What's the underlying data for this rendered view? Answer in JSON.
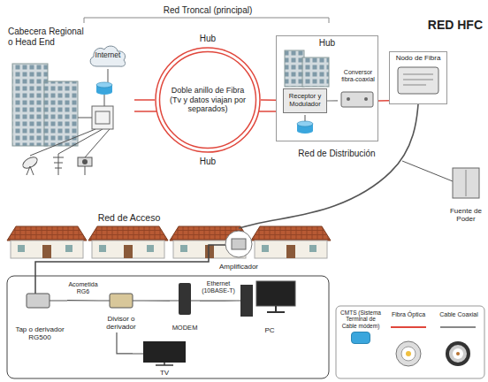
{
  "diagram": {
    "title": "RED HFC",
    "nodes": [
      {
        "text": [
          "Cabecera Regional o Head End"
        ]
      },
      {
        "text": [
          "Internet"
        ],
        "in": 0
      },
      {
        "text": [
          "Doble anillo de Fibra (Tv y datos viajan por separados)"
        ]
      },
      {
        "text": [
          "Hub"
        ]
      },
      {
        "text": [
          "Receptor y Modulador"
        ],
        "in": 3
      },
      {
        "text": [
          "Conversor fibra-coaxial"
        ],
        "in": 3
      },
      {
        "text": [
          "Nodo de Fibra"
        ]
      },
      {
        "text": [
          "Fuente de Poder"
        ]
      },
      {
        "text": [
          "Amplificador"
        ]
      },
      {
        "text": [
          "Tap o derivador RG500"
        ]
      },
      {
        "text": [
          "Divisor o derivador"
        ]
      },
      {
        "text": [
          "MODEM"
        ]
      },
      {
        "text": [
          "PC"
        ]
      },
      {
        "text": [
          "TV"
        ]
      }
    ],
    "edges": [
      {
        "from": 0,
        "to": 2,
        "arrow": "none"
      },
      {
        "from": 2,
        "to": 3,
        "arrow": "none"
      },
      {
        "from": 4,
        "to": 5,
        "arrow": "none"
      },
      {
        "from": 5,
        "to": 6,
        "arrow": "none"
      },
      {
        "from": 6,
        "to": 8,
        "arrow": "none"
      },
      {
        "from": 9,
        "to": 10,
        "label": "Acometida RG6",
        "arrow": "none"
      },
      {
        "from": 10,
        "to": 11,
        "arrow": "none"
      },
      {
        "from": 11,
        "to": 12,
        "label": "Ethernet (10BASE-T)",
        "arrow": "none"
      },
      {
        "from": 10,
        "to": 13,
        "arrow": "none"
      }
    ],
    "labels": [
      "Red Troncal (principal)",
      "Hub",
      "Hub",
      "Red de Distribución",
      "Red de Acceso"
    ],
    "legend": [
      {
        "text": "CMTS (Sistema Terminal de Cable módem)",
        "color": "#3aa6dd"
      },
      {
        "text": "Fibra Óptica"
      },
      {
        "text": "Cable Coaxial"
      }
    ]
  }
}
